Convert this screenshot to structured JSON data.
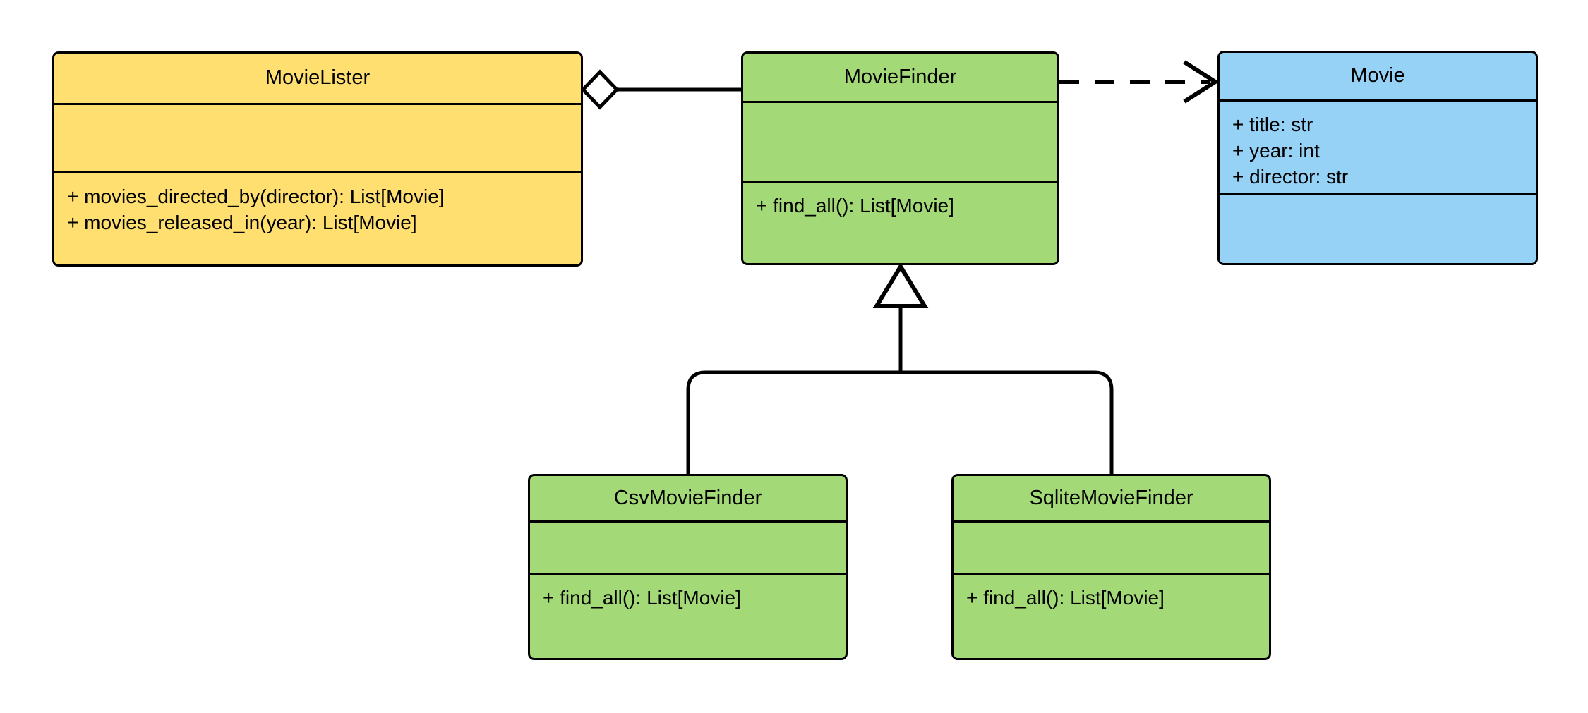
{
  "diagram": {
    "type": "uml-class-diagram",
    "background": "#ffffff",
    "stroke": "#000000",
    "palette": {
      "yellow": "#ffdf70",
      "green": "#a3d977",
      "blue": "#95d2f5",
      "white": "#ffffff"
    }
  },
  "classes": {
    "movielister": {
      "name": "MovieLister",
      "fill": "#ffdf70",
      "attributes": [],
      "methods": [
        "+ movies_directed_by(director): List[Movie]",
        "+ movies_released_in(year): List[Movie]"
      ]
    },
    "moviefinder": {
      "name": "MovieFinder",
      "fill": "#a3d977",
      "attributes": [],
      "methods": [
        "+ find_all(): List[Movie]"
      ]
    },
    "movie": {
      "name": "Movie",
      "fill": "#95d2f5",
      "attributes": [
        "+ title: str",
        "+ year: int",
        "+ director: str"
      ],
      "methods": []
    },
    "csvmoviefinder": {
      "name": "CsvMovieFinder",
      "fill": "#a3d977",
      "attributes": [],
      "methods": [
        "+ find_all(): List[Movie]"
      ]
    },
    "sqlitemoviefinder": {
      "name": "SqliteMovieFinder",
      "fill": "#a3d977",
      "attributes": [],
      "methods": [
        "+ find_all(): List[Movie]"
      ]
    }
  },
  "relationships": [
    {
      "id": "aggregation-movielister-moviefinder",
      "kind": "aggregation",
      "from": "MovieLister",
      "to": "MovieFinder",
      "line": "solid",
      "source_marker": "hollow-diamond",
      "target_marker": "none",
      "label": ""
    },
    {
      "id": "dependency-moviefinder-movie",
      "kind": "dependency",
      "from": "MovieFinder",
      "to": "Movie",
      "line": "dashed",
      "source_marker": "none",
      "target_marker": "open-arrow",
      "label": ""
    },
    {
      "id": "generalization-csvmoviefinder-moviefinder",
      "kind": "generalization",
      "from": "CsvMovieFinder",
      "to": "MovieFinder",
      "line": "solid",
      "source_marker": "none",
      "target_marker": "hollow-triangle",
      "label": ""
    },
    {
      "id": "generalization-sqlitemoviefinder-moviefinder",
      "kind": "generalization",
      "from": "SqliteMovieFinder",
      "to": "MovieFinder",
      "line": "solid",
      "source_marker": "none",
      "target_marker": "hollow-triangle",
      "label": ""
    }
  ]
}
